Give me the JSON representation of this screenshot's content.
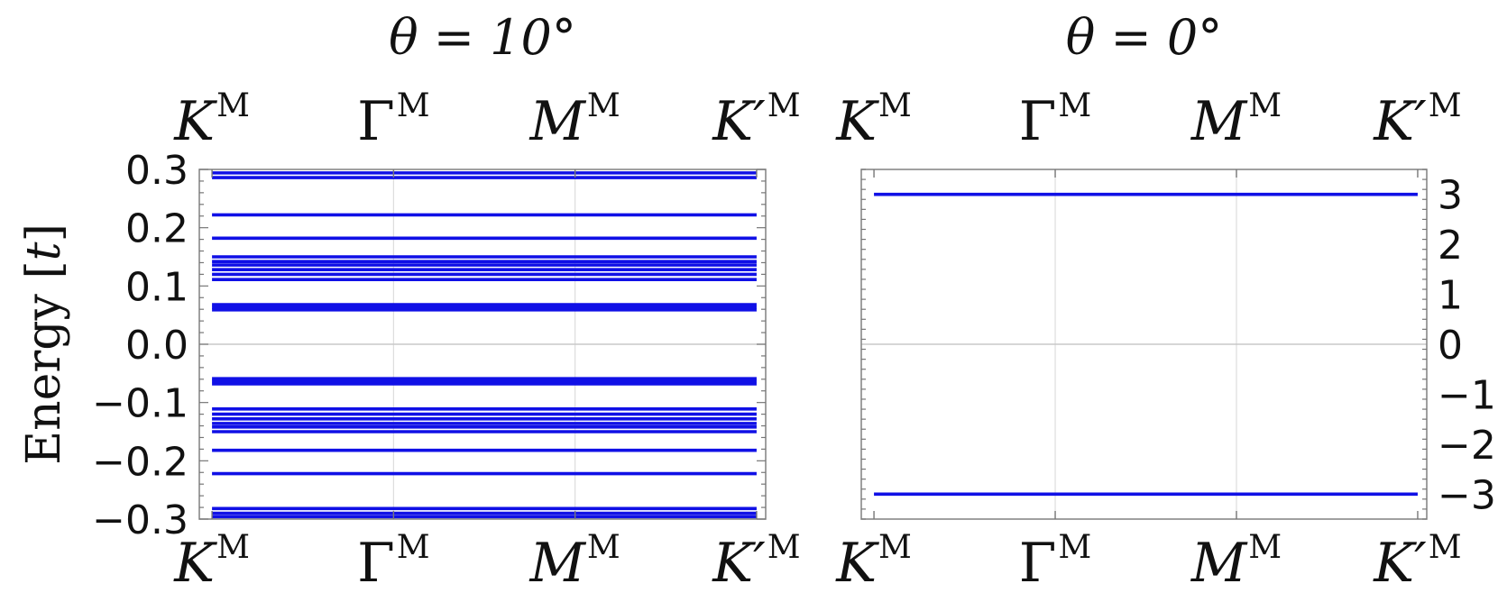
{
  "chart_data": [
    {
      "type": "line",
      "title": "θ = 10°",
      "ylabel": "Energy [t]",
      "ylabel_main": "Energy ",
      "ylabel_unit": "t",
      "xlabel": "",
      "x_ticks": [
        {
          "pos": 0,
          "label": "K",
          "italic": true,
          "sup": "M"
        },
        {
          "pos": 1,
          "label": "Γ",
          "italic": false,
          "sup": "M"
        },
        {
          "pos": 2,
          "label": "M",
          "italic": true,
          "sup": "M"
        },
        {
          "pos": 3,
          "label": "K′",
          "italic": true,
          "sup": "M"
        }
      ],
      "x_ticks_top": true,
      "xlim": [
        -0.07,
        3.05
      ],
      "ylim": [
        -0.3,
        0.3
      ],
      "y_ticks": [
        {
          "value": 0.3,
          "label": "0.3"
        },
        {
          "value": 0.2,
          "label": "0.2"
        },
        {
          "value": 0.1,
          "label": "0.1"
        },
        {
          "value": 0.0,
          "label": "0.0"
        },
        {
          "value": -0.1,
          "label": "−0.1"
        },
        {
          "value": -0.2,
          "label": "−0.2"
        },
        {
          "value": -0.3,
          "label": "−0.3"
        }
      ],
      "y_axis_side": "left",
      "grid": true,
      "line_color": "#1010e6",
      "x": [
        0,
        3
      ],
      "bands": [
        0.294,
        0.286,
        0.222,
        0.182,
        0.15,
        0.142,
        0.136,
        0.128,
        0.12,
        0.111,
        0.068,
        0.063,
        0.059,
        -0.059,
        -0.063,
        -0.068,
        -0.111,
        -0.12,
        -0.128,
        -0.136,
        -0.142,
        -0.15,
        -0.182,
        -0.222,
        -0.282,
        -0.29,
        -0.296
      ]
    },
    {
      "type": "line",
      "title": "θ = 0°",
      "ylabel": "",
      "xlabel": "",
      "x_ticks": [
        {
          "pos": 0,
          "label": "K",
          "italic": true,
          "sup": "M"
        },
        {
          "pos": 1,
          "label": "Γ",
          "italic": false,
          "sup": "M"
        },
        {
          "pos": 2,
          "label": "M",
          "italic": true,
          "sup": "M"
        },
        {
          "pos": 3,
          "label": "K′",
          "italic": true,
          "sup": "M"
        }
      ],
      "x_ticks_top": true,
      "xlim": [
        -0.07,
        3.05
      ],
      "ylim": [
        -3.5,
        3.5
      ],
      "y_ticks": [
        {
          "value": 3,
          "label": "3"
        },
        {
          "value": 2,
          "label": "2"
        },
        {
          "value": 1,
          "label": "1"
        },
        {
          "value": 0,
          "label": "0"
        },
        {
          "value": -1,
          "label": "−1"
        },
        {
          "value": -2,
          "label": "−2"
        },
        {
          "value": -3,
          "label": "−3"
        }
      ],
      "y_axis_side": "right",
      "grid": true,
      "line_color": "#1010e6",
      "x": [
        0,
        3
      ],
      "bands": [
        3.0,
        -3.0
      ]
    }
  ]
}
